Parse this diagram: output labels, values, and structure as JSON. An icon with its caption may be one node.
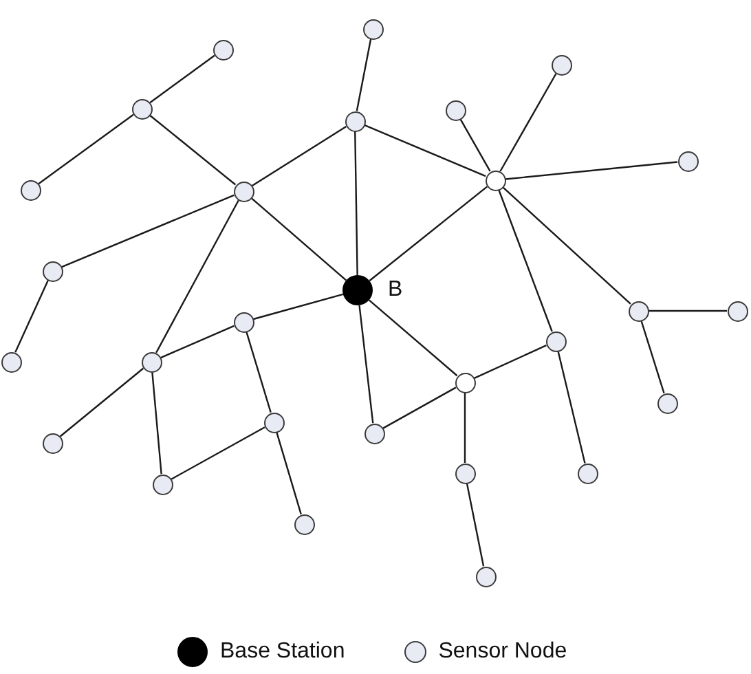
{
  "diagram": {
    "nodes": [
      {
        "text": [],
        "shape": "circle"
      },
      {
        "text": [],
        "shape": "circle"
      },
      {
        "text": [],
        "shape": "circle"
      },
      {
        "text": [],
        "shape": "circle"
      },
      {
        "text": [],
        "shape": "circle"
      },
      {
        "text": [],
        "shape": "circle"
      },
      {
        "text": [],
        "shape": "circle"
      },
      {
        "text": [],
        "shape": "circle"
      },
      {
        "text": [],
        "shape": "circle"
      },
      {
        "text": [],
        "shape": "circle"
      },
      {
        "text": [],
        "shape": "circle"
      },
      {
        "text": [],
        "shape": "circle",
        "beside": [
          "B"
        ]
      },
      {
        "text": [],
        "shape": "circle"
      },
      {
        "text": [],
        "shape": "circle"
      },
      {
        "text": [],
        "shape": "circle"
      },
      {
        "text": [],
        "shape": "circle"
      },
      {
        "text": [],
        "shape": "circle"
      },
      {
        "text": [],
        "shape": "circle"
      },
      {
        "text": [],
        "shape": "circle"
      },
      {
        "text": [],
        "shape": "circle"
      },
      {
        "text": [],
        "shape": "circle"
      },
      {
        "text": [],
        "shape": "circle"
      },
      {
        "text": [],
        "shape": "circle"
      },
      {
        "text": [],
        "shape": "circle"
      },
      {
        "text": [],
        "shape": "circle"
      },
      {
        "text": [],
        "shape": "circle"
      },
      {
        "text": [],
        "shape": "circle"
      },
      {
        "text": [],
        "shape": "circle"
      }
    ],
    "edges": [
      {
        "from": 3,
        "to": 1,
        "arrow": "none"
      },
      {
        "from": 3,
        "to": 8,
        "arrow": "none"
      },
      {
        "from": 3,
        "to": 9,
        "arrow": "none"
      },
      {
        "from": 5,
        "to": 0,
        "arrow": "none"
      },
      {
        "from": 9,
        "to": 5,
        "arrow": "none"
      },
      {
        "from": 9,
        "to": 10,
        "arrow": "none"
      },
      {
        "from": 9,
        "to": 11,
        "arrow": "none"
      },
      {
        "from": 9,
        "to": 17,
        "arrow": "none"
      },
      {
        "from": 5,
        "to": 11,
        "arrow": "none"
      },
      {
        "from": 5,
        "to": 7,
        "arrow": "none"
      },
      {
        "from": 7,
        "to": 4,
        "arrow": "none"
      },
      {
        "from": 7,
        "to": 2,
        "arrow": "none"
      },
      {
        "from": 7,
        "to": 6,
        "arrow": "none"
      },
      {
        "from": 7,
        "to": 11,
        "arrow": "none"
      },
      {
        "from": 7,
        "to": 15,
        "arrow": "none"
      },
      {
        "from": 7,
        "to": 12,
        "arrow": "none"
      },
      {
        "from": 12,
        "to": 13,
        "arrow": "none"
      },
      {
        "from": 12,
        "to": 19,
        "arrow": "none"
      },
      {
        "from": 15,
        "to": 24,
        "arrow": "none"
      },
      {
        "from": 15,
        "to": 18,
        "arrow": "none"
      },
      {
        "from": 10,
        "to": 16,
        "arrow": "none"
      },
      {
        "from": 11,
        "to": 14,
        "arrow": "none"
      },
      {
        "from": 11,
        "to": 18,
        "arrow": "none"
      },
      {
        "from": 11,
        "to": 21,
        "arrow": "none"
      },
      {
        "from": 18,
        "to": 21,
        "arrow": "none"
      },
      {
        "from": 18,
        "to": 23,
        "arrow": "none"
      },
      {
        "from": 23,
        "to": 27,
        "arrow": "none"
      },
      {
        "from": 14,
        "to": 17,
        "arrow": "none"
      },
      {
        "from": 14,
        "to": 20,
        "arrow": "none"
      },
      {
        "from": 17,
        "to": 22,
        "arrow": "none"
      },
      {
        "from": 17,
        "to": 25,
        "arrow": "none"
      },
      {
        "from": 25,
        "to": 20,
        "arrow": "none"
      },
      {
        "from": 20,
        "to": 26,
        "arrow": "none"
      }
    ],
    "legend": [
      {
        "text": "Base Station",
        "color": "#000000"
      },
      {
        "text": "Sensor Node",
        "color": "#e8ebf4"
      }
    ]
  }
}
